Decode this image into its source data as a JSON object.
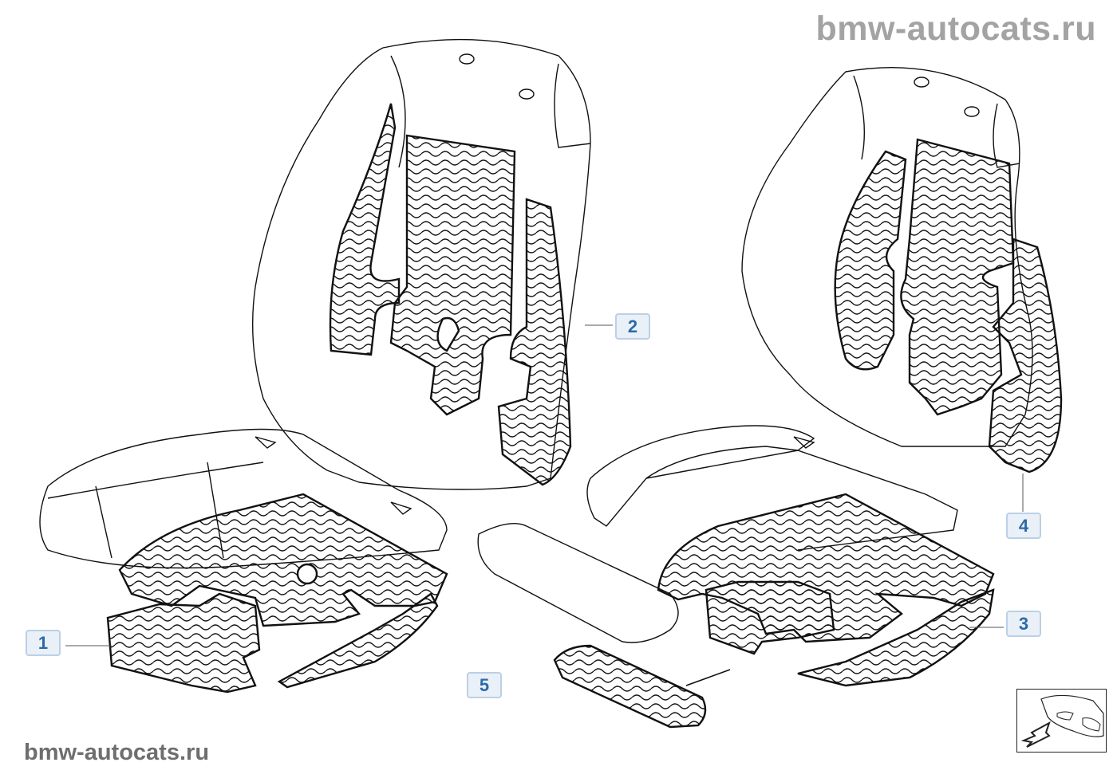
{
  "watermark": {
    "top": "bmw-autocats.ru",
    "bottom": "bmw-autocats.ru"
  },
  "callouts": [
    {
      "id": "1",
      "label": "1"
    },
    {
      "id": "2",
      "label": "2"
    },
    {
      "id": "3",
      "label": "3"
    },
    {
      "id": "4",
      "label": "4"
    },
    {
      "id": "5",
      "label": "5"
    }
  ],
  "icons": {
    "navigation": "car-front-arrow-icon"
  }
}
